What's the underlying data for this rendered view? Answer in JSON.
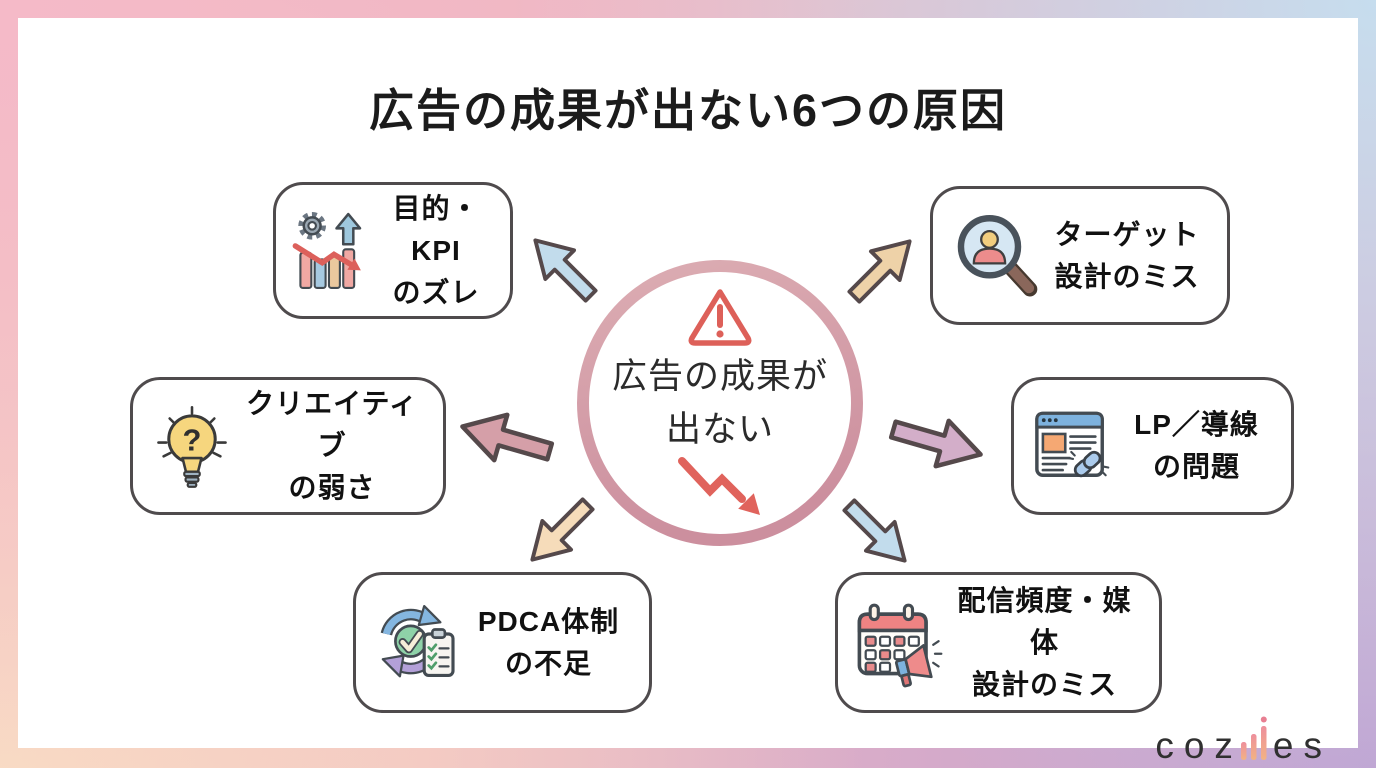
{
  "title": "広告の成果が出ない6つの原因",
  "center": {
    "icon": "warning-triangle-icon",
    "line1": "広告の成果が",
    "line2": "出ない",
    "ring_color_top": "#dcadb3",
    "ring_color_bottom": "#cc8f9e",
    "alert_color": "#dd6059"
  },
  "causes": [
    {
      "id": "kpi",
      "label1": "目的・KPI",
      "label2": "のズレ",
      "icon": "gear-chart-icon",
      "arrow_color": "#c2dcec",
      "arrow_direction": "up-left"
    },
    {
      "id": "target",
      "label1": "ターゲット",
      "label2": "設計のミス",
      "icon": "magnifier-person-icon",
      "arrow_color": "#eed2a8",
      "arrow_direction": "up-right"
    },
    {
      "id": "creative",
      "label1": "クリエイティブ",
      "label2": "の弱さ",
      "icon": "lightbulb-question-icon",
      "arrow_color": "#d59fa8",
      "arrow_direction": "left"
    },
    {
      "id": "lp",
      "label1": "LP／導線",
      "label2": "の問題",
      "icon": "browser-link-icon",
      "arrow_color": "#d3aec9",
      "arrow_direction": "right"
    },
    {
      "id": "pdca",
      "label1": "PDCA体制",
      "label2": "の不足",
      "icon": "pdca-cycle-icon",
      "arrow_color": "#f6dcba",
      "arrow_direction": "down-left"
    },
    {
      "id": "media",
      "label1": "配信頻度・媒体",
      "label2": "設計のミス",
      "icon": "calendar-megaphone-icon",
      "arrow_color": "#c2dcec",
      "arrow_direction": "down-right"
    }
  ],
  "logo": {
    "prefix": "coz",
    "suffix": "es",
    "bars_icon": "logo-bar-chart-icon"
  },
  "frame_colors": {
    "top_left": "#f5bac8",
    "top_right": "#c6ddee",
    "bottom_left": "#f9dfc4",
    "bottom_right": "#bfa0d1"
  }
}
